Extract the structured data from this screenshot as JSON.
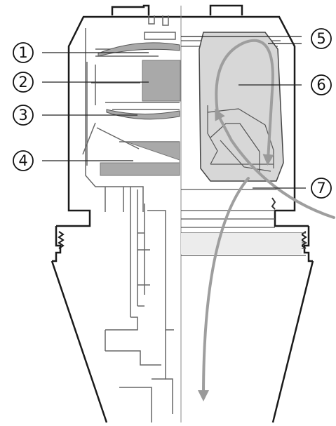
{
  "diagram": {
    "callouts": [
      {
        "number": "1"
      },
      {
        "number": "2"
      },
      {
        "number": "3"
      },
      {
        "number": "4"
      },
      {
        "number": "5"
      },
      {
        "number": "6"
      },
      {
        "number": "7"
      }
    ],
    "colors": {
      "outline": "#1a1a1a",
      "thin_line": "#555555",
      "light_gray": "#dcdcdc",
      "mid_gray": "#a9a9a9",
      "arrow_gray": "#9e9e9e",
      "cavity_fill": "#d7d7d7"
    }
  }
}
